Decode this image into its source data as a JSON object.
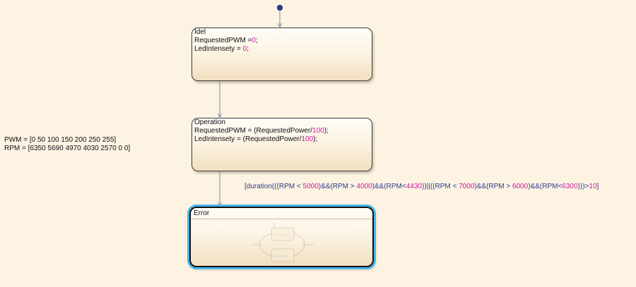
{
  "states": {
    "idle": {
      "name": "Idel",
      "actions": [
        {
          "lhs": "RequestedPWM =",
          "value": "0",
          "end": ";"
        },
        {
          "lhs": "LedIntensety = ",
          "value": "0",
          "end": ";"
        }
      ]
    },
    "operation": {
      "name": "Operation",
      "actions": [
        {
          "pre": "RequestedPWM = (RequestedPower/",
          "value": "100",
          "end": ");"
        },
        {
          "pre": "LedIntensety = (RequestedPower/",
          "value": "100",
          "end": ");"
        }
      ]
    },
    "error": {
      "name": "Error"
    }
  },
  "notes": {
    "pwm_line": "PWM = [0 50 100 150 200 250 255]",
    "rpm_line": "RPM = [6350 5690 4970 4030 2570 0 0]"
  },
  "transition": {
    "parts": [
      {
        "t": "[duration(((RPM < ",
        "k": "op"
      },
      {
        "t": "5000",
        "k": "num"
      },
      {
        "t": ")&&(RPM > ",
        "k": "op"
      },
      {
        "t": "4000",
        "k": "num"
      },
      {
        "t": ")&&(RPM<",
        "k": "op"
      },
      {
        "t": "4430",
        "k": "num"
      },
      {
        "t": "))||((RPM < ",
        "k": "op"
      },
      {
        "t": "7000",
        "k": "num"
      },
      {
        "t": ")&&(RPM > ",
        "k": "op"
      },
      {
        "t": "6000",
        "k": "num"
      },
      {
        "t": ")&&(RPM<",
        "k": "op"
      },
      {
        "t": "6300",
        "k": "num"
      },
      {
        "t": ")))>",
        "k": "op"
      },
      {
        "t": "10",
        "k": "num"
      },
      {
        "t": "]",
        "k": "op"
      }
    ]
  },
  "colors": {
    "background": "#fdf3e3",
    "keyword_number": "#d1149e",
    "transition_text": "#2b3b8f",
    "selection_glow": "#4ab6e8",
    "default_transition_dot": "#2e3a8c"
  }
}
